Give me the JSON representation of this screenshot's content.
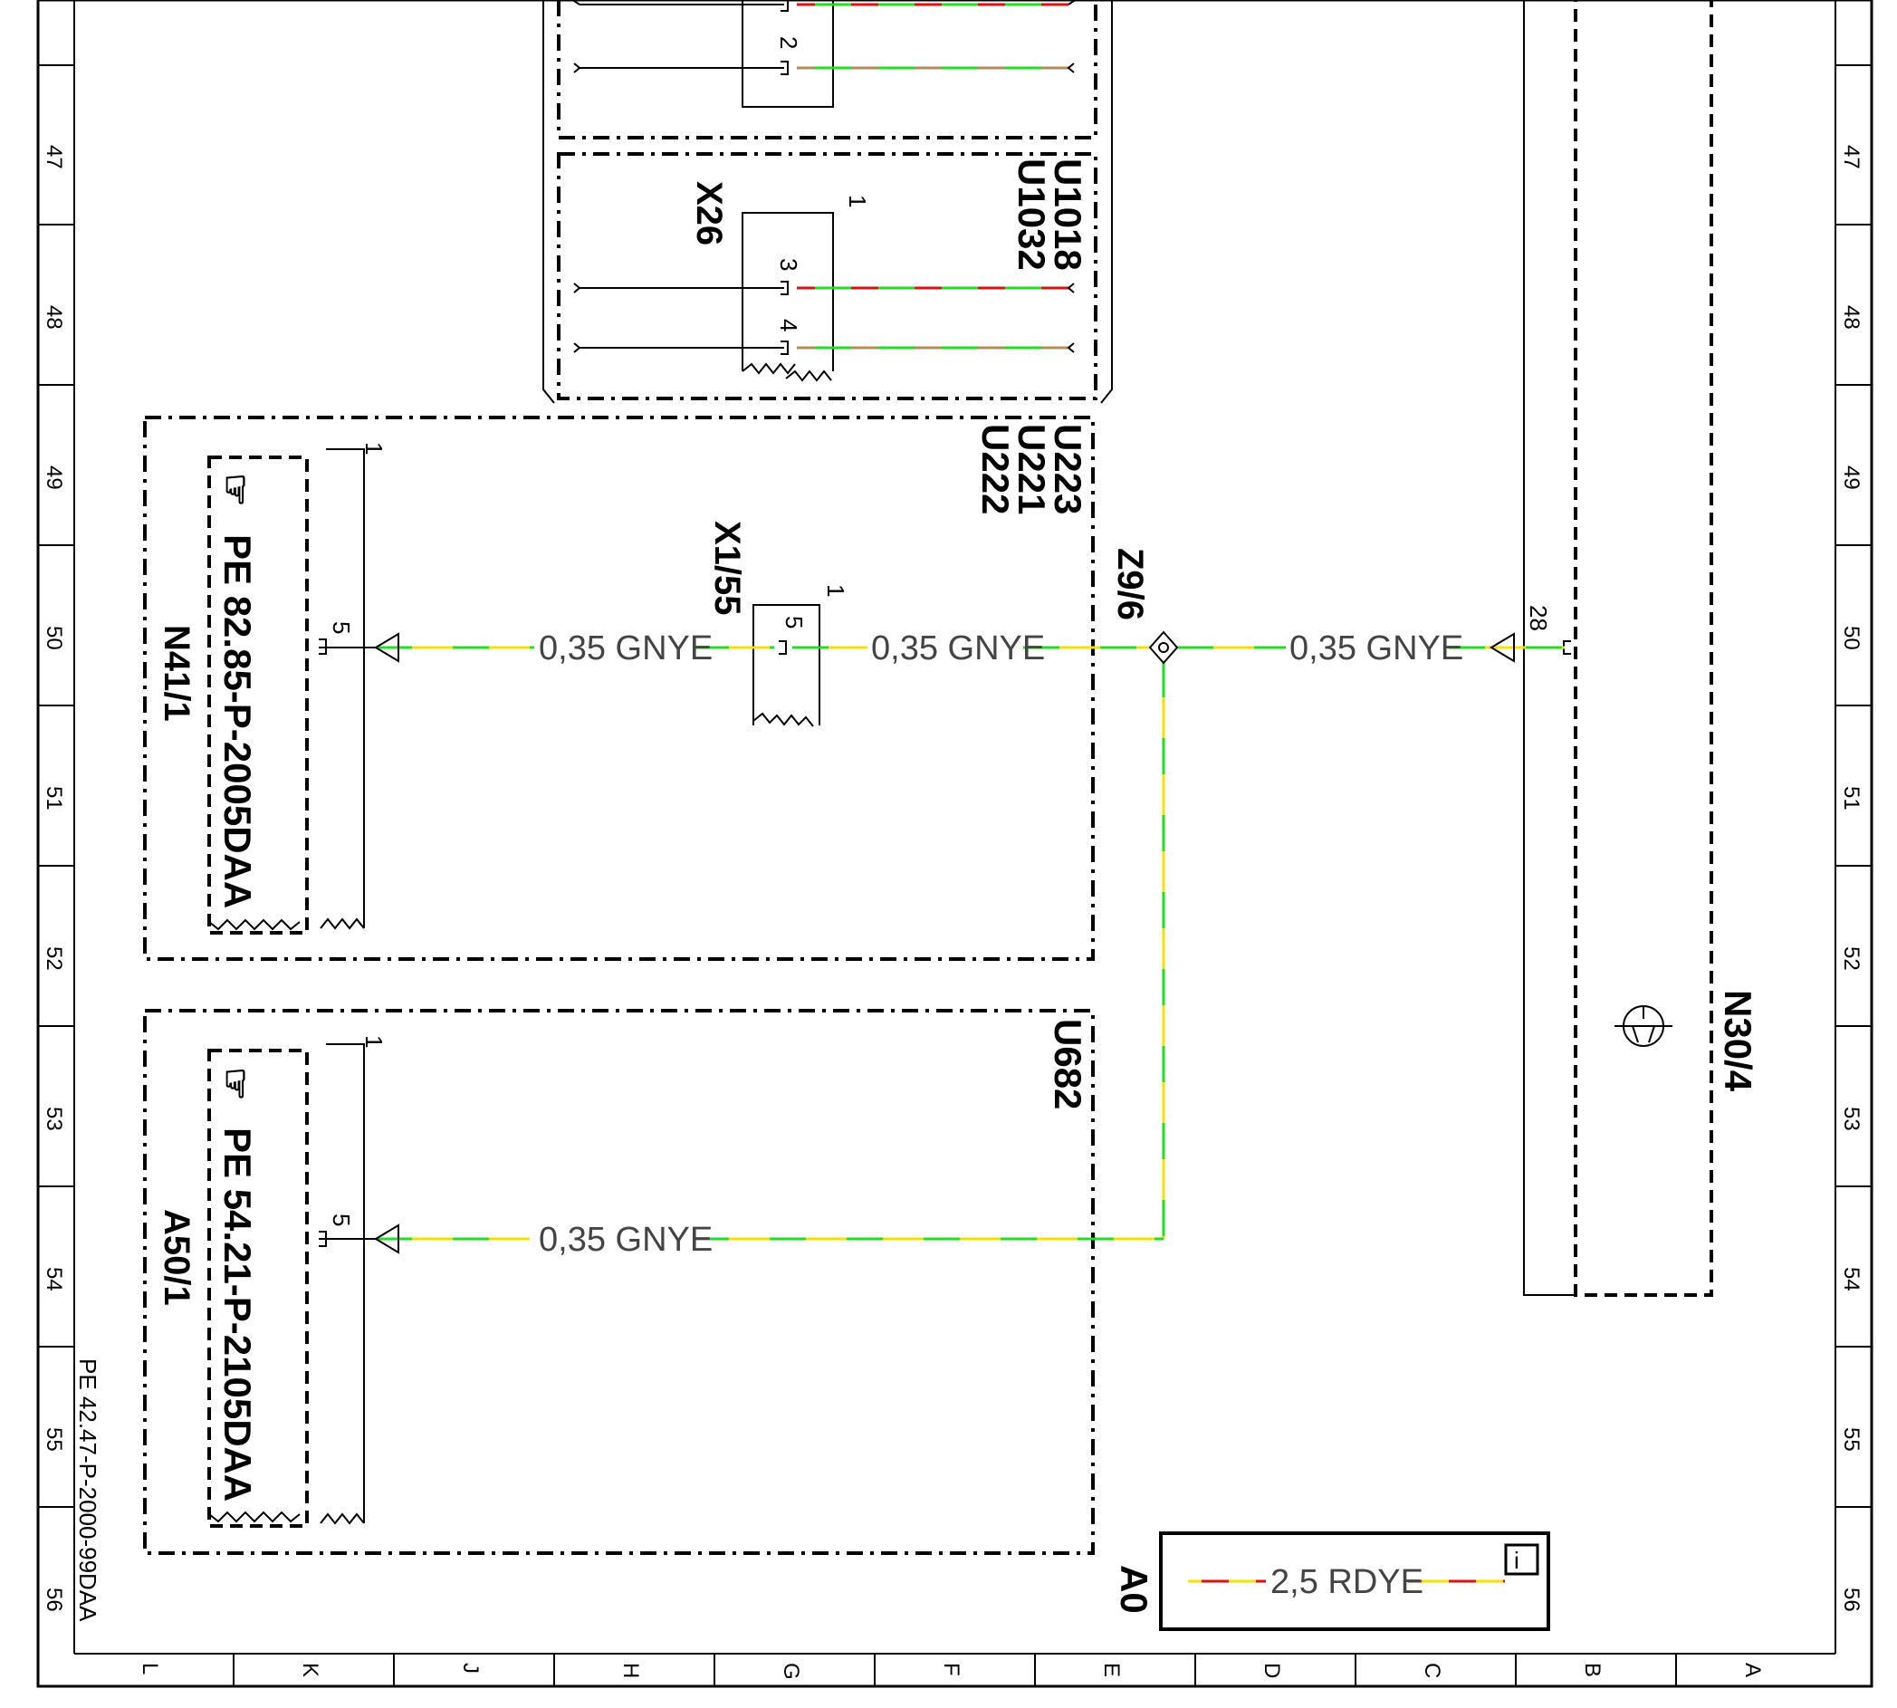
{
  "grid": {
    "rows": [
      "47",
      "48",
      "49",
      "50",
      "51",
      "52",
      "53",
      "54",
      "55",
      "56"
    ],
    "columns": [
      "L",
      "K",
      "J",
      "H",
      "G",
      "F",
      "E",
      "D",
      "C",
      "B",
      "A"
    ]
  },
  "connectors": {
    "x26": {
      "name": "X26",
      "pins": [
        "1",
        "2",
        "3",
        "4"
      ]
    },
    "x1_55": {
      "name": "X1/55",
      "pins": [
        "1",
        "5"
      ]
    },
    "z9_6": {
      "name": "Z9/6"
    },
    "n41_1_pins": [
      "1",
      "5"
    ],
    "a50_1_pins": [
      "1",
      "5"
    ],
    "n30_4_pin": "28"
  },
  "components": {
    "n41_1": {
      "name": "N41/1",
      "ref": "PE 82.85-P-2005DAA"
    },
    "a50_1": {
      "name": "A50/1",
      "ref": "PE 54.21-P-2105DAA"
    },
    "n30_4": {
      "name": "N30/4"
    },
    "a0": {
      "name": "A0"
    }
  },
  "groups": {
    "top_codes": [
      "U1018",
      "U1032"
    ],
    "mid_codes": [
      "U223",
      "U221",
      "U222"
    ],
    "bottom_codes": [
      "U682"
    ]
  },
  "wires": {
    "gnye": "0,35 GNYE",
    "rdye": "2,5 RDYE"
  },
  "page_ref": "PE 42.47-P-2000-99DAA",
  "colors": {
    "green": "#22dd22",
    "yellow": "#f5e000",
    "red": "#dd1111",
    "brown": "#b5895a"
  }
}
